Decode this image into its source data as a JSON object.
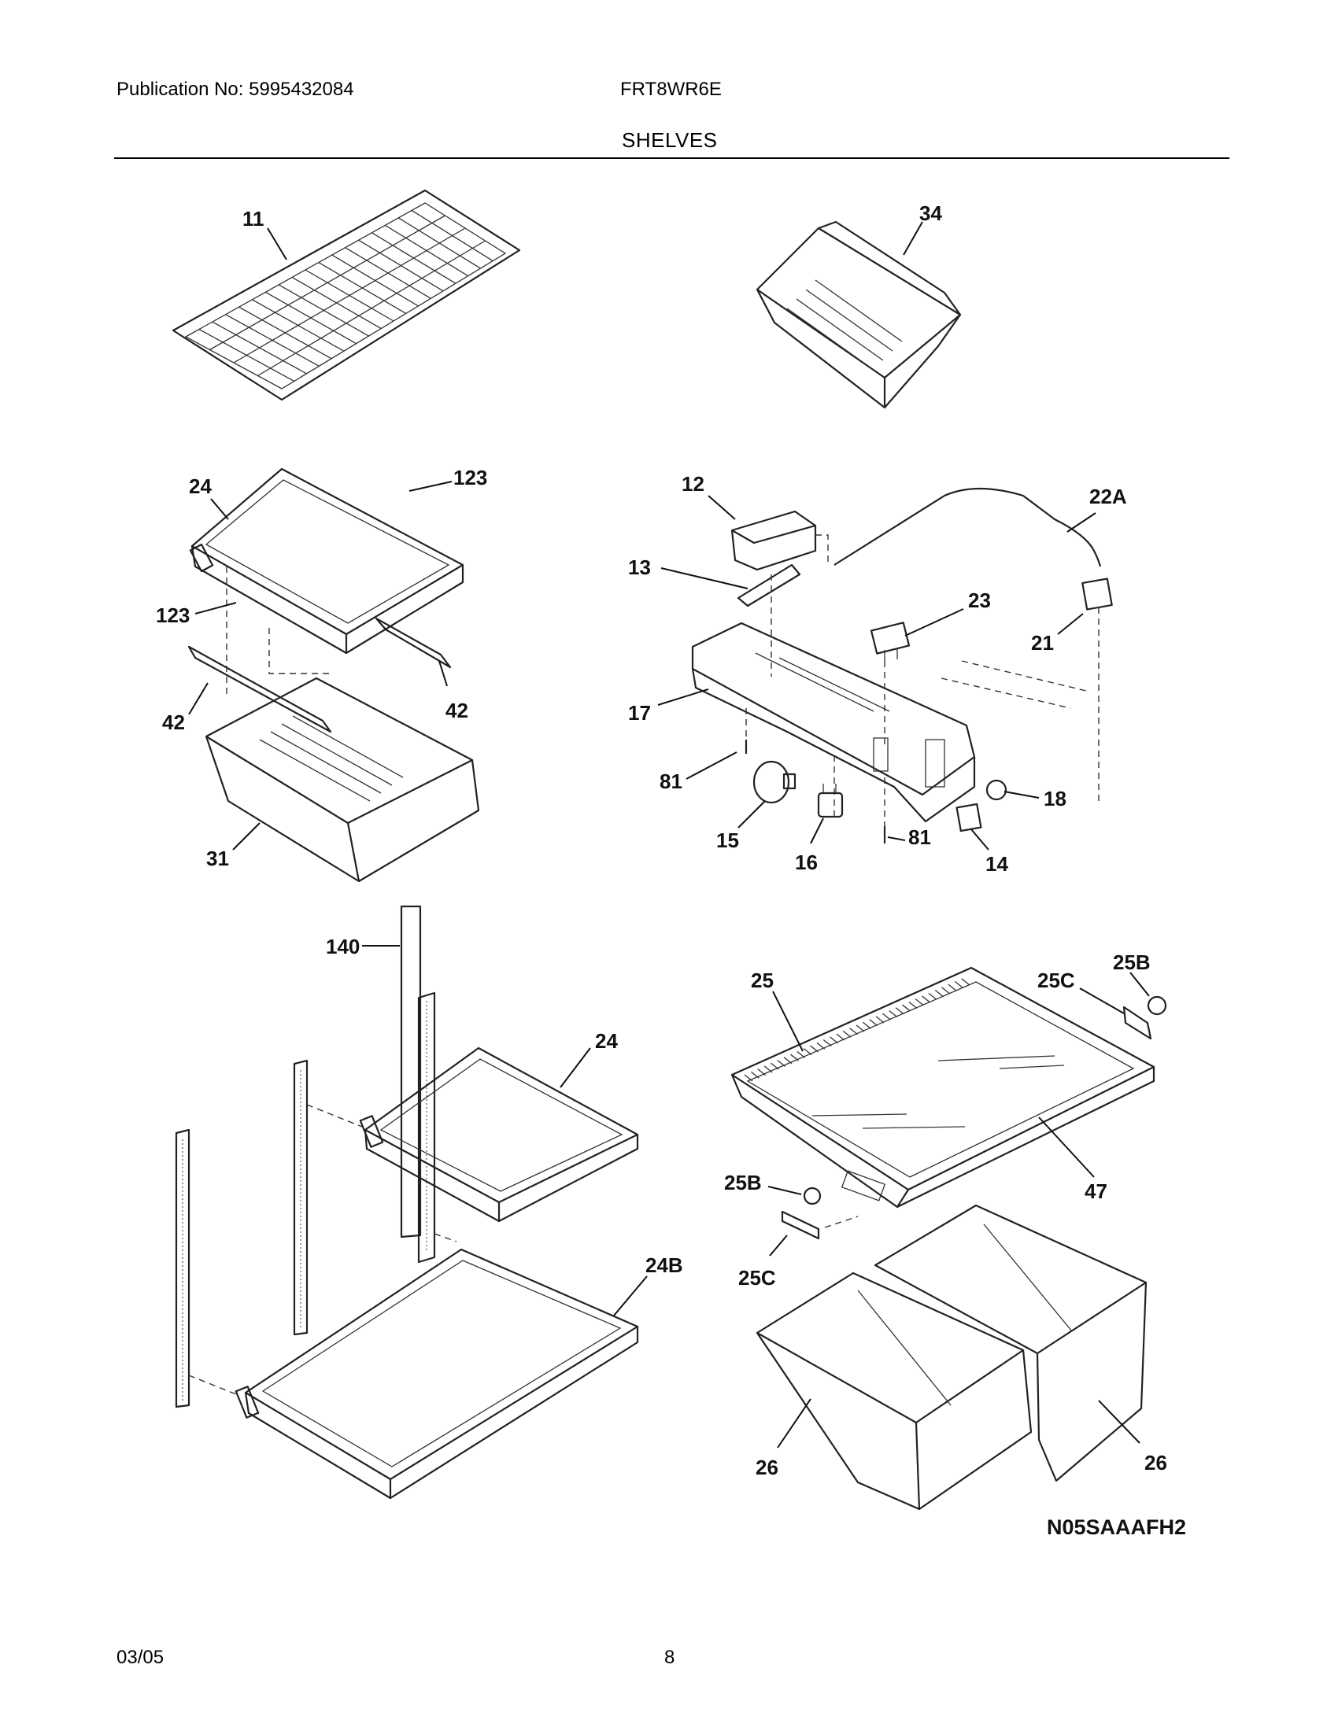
{
  "header": {
    "publication": "Publication No: 5995432084",
    "model": "FRT8WR6E",
    "section_title": "SHELVES"
  },
  "footer": {
    "date": "03/05",
    "page_number": "8"
  },
  "diagram": {
    "drawing_code": "N05SAAAFH2",
    "callouts": {
      "wire_shelf": "11",
      "freezer_basket": "34",
      "glass_shelf_upper": "24",
      "shelf_screw_top": "123",
      "shelf_screw_side": "123",
      "shelf_bracket_right": "42",
      "shelf_bracket_left": "42",
      "crisper_pan_upper": "31",
      "light_shield": "12",
      "light_lens": "13",
      "wire_harness": "22A",
      "thermostat": "23",
      "switch_housing": "21",
      "control_housing": "17",
      "screw_left": "81",
      "screw_right": "81",
      "light_bulb": "15",
      "bulb_socket": "16",
      "knob": "18",
      "light_switch": "14",
      "shelf_support": "140",
      "glass_shelf_middle": "24",
      "glass_shelf_lower": "24B",
      "crisper_cover": "25",
      "cover_clip_right": "25C",
      "cover_pin_right": "25B",
      "cover_pin_left": "25B",
      "cover_clip_left": "25C",
      "cover_glass": "47",
      "crisper_pan_left": "26",
      "crisper_pan_right": "26"
    }
  }
}
